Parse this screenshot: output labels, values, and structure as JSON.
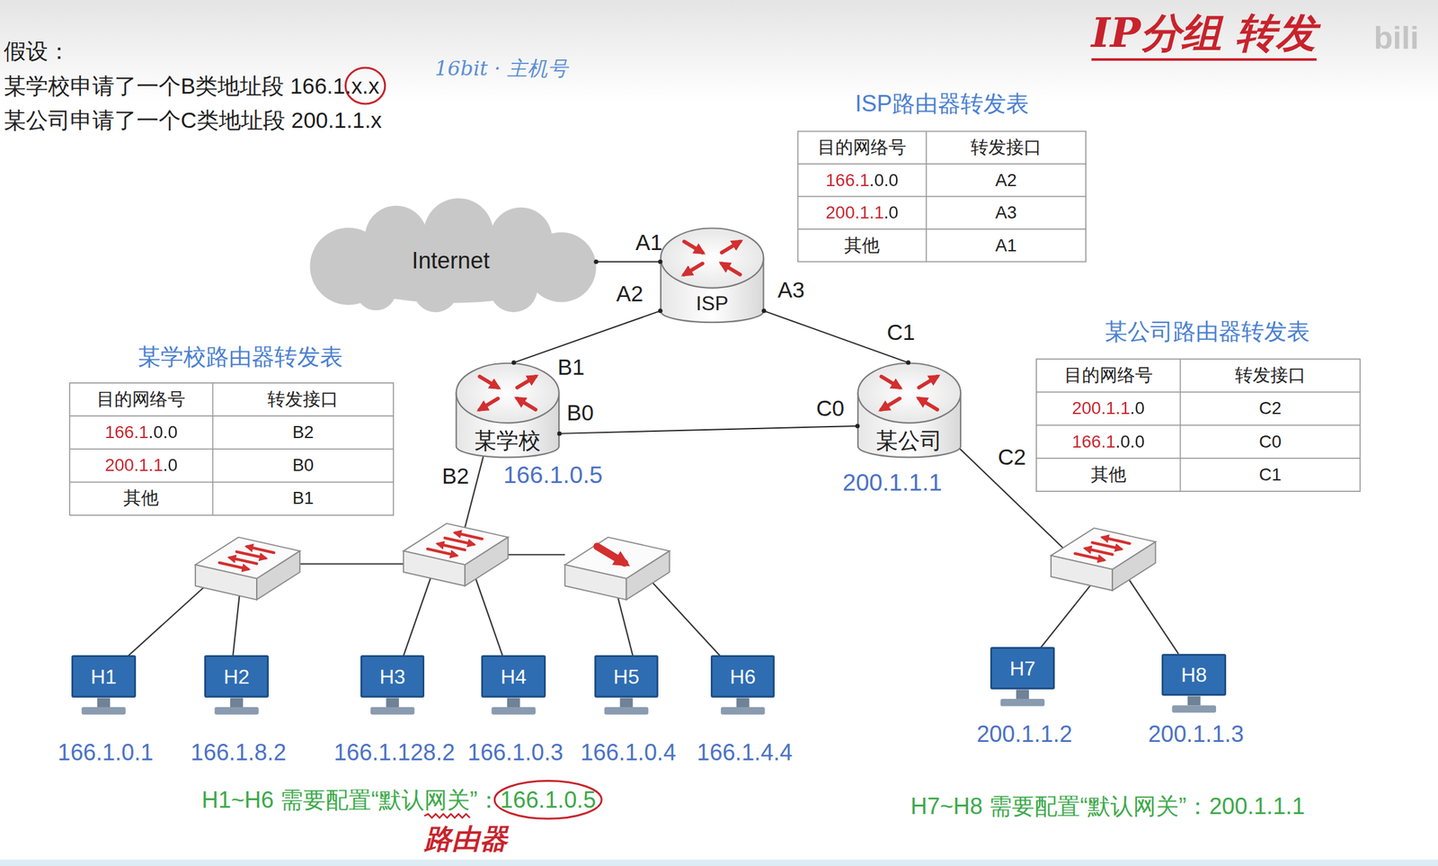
{
  "diagram": {
    "title": "IP分组 转发",
    "nodes": [
      {
        "text": [
          "Internet"
        ]
      },
      {
        "text": [
          "ISP"
        ]
      },
      {
        "text": [
          "某学校",
          "166.1.0.5"
        ]
      },
      {
        "text": [
          "某公司",
          "200.1.1.1"
        ]
      },
      {
        "text": [
          "H1",
          "166.1.0.1"
        ]
      },
      {
        "text": [
          "H2",
          "166.1.8.2"
        ]
      },
      {
        "text": [
          "H3",
          "166.1.128.2"
        ]
      },
      {
        "text": [
          "H4",
          "166.1.0.3"
        ]
      },
      {
        "text": [
          "H5",
          "166.1.0.4"
        ]
      },
      {
        "text": [
          "H6",
          "166.1.4.4"
        ]
      },
      {
        "text": [
          "H7",
          "200.1.1.2"
        ]
      },
      {
        "text": [
          "H8",
          "200.1.1.3"
        ]
      }
    ],
    "edges": [
      {
        "from": 0,
        "to": 1,
        "arrow": "none"
      },
      {
        "from": 1,
        "to": 2,
        "arrow": "none"
      },
      {
        "from": 1,
        "to": 3,
        "arrow": "none"
      },
      {
        "from": 2,
        "to": 3,
        "arrow": "none"
      }
    ],
    "labels": [
      "假设：",
      "某学校申请了一个B类地址段 166.1.x.x",
      "某公司申请了一个C类地址段 200.1.1.x",
      "16bit · 主机号",
      "ISP路由器转发表",
      "目的网络号",
      "转发接口",
      "166.1.0.0",
      "A2",
      "200.1.1.0",
      "A3",
      "其他",
      "A1",
      "某学校路由器转发表",
      "目的网络号",
      "转发接口",
      "166.1.0.0",
      "B2",
      "200.1.1.0",
      "B0",
      "其他",
      "B1",
      "某公司路由器转发表",
      "目的网络号",
      "转发接口",
      "200.1.1.0",
      "C2",
      "166.1.0.0",
      "C0",
      "其他",
      "C1",
      "A1",
      "A2",
      "A3",
      "B1",
      "B0",
      "B2",
      "C1",
      "C0",
      "C2",
      "H1~H6 需要配置“默认网关”：166.1.0.5",
      "H7~H8 需要配置“默认网关”：200.1.1.1",
      "路由器",
      "bili"
    ]
  }
}
